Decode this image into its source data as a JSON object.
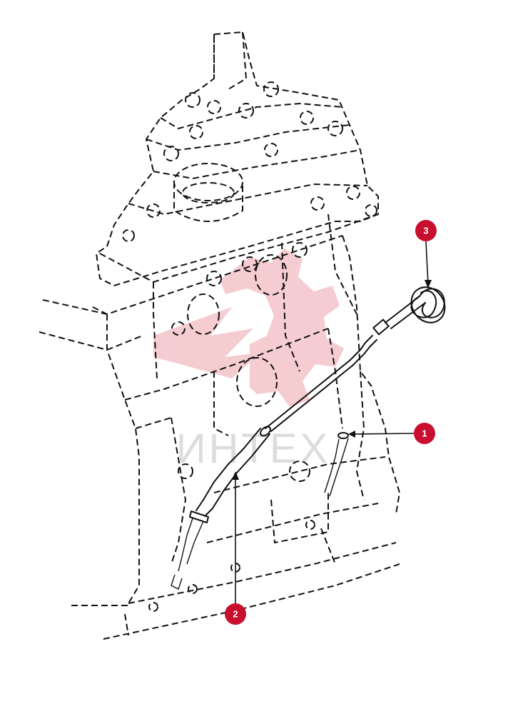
{
  "diagram": {
    "callouts": [
      {
        "id": "1",
        "label": "1"
      },
      {
        "id": "2",
        "label": "2"
      },
      {
        "id": "3",
        "label": "3"
      }
    ],
    "watermark": {
      "text": "ИНТЕХ",
      "color": "#f4c7cc"
    },
    "colors": {
      "callout": "#c8102e",
      "line": "#111111",
      "background": "#ffffff"
    }
  }
}
